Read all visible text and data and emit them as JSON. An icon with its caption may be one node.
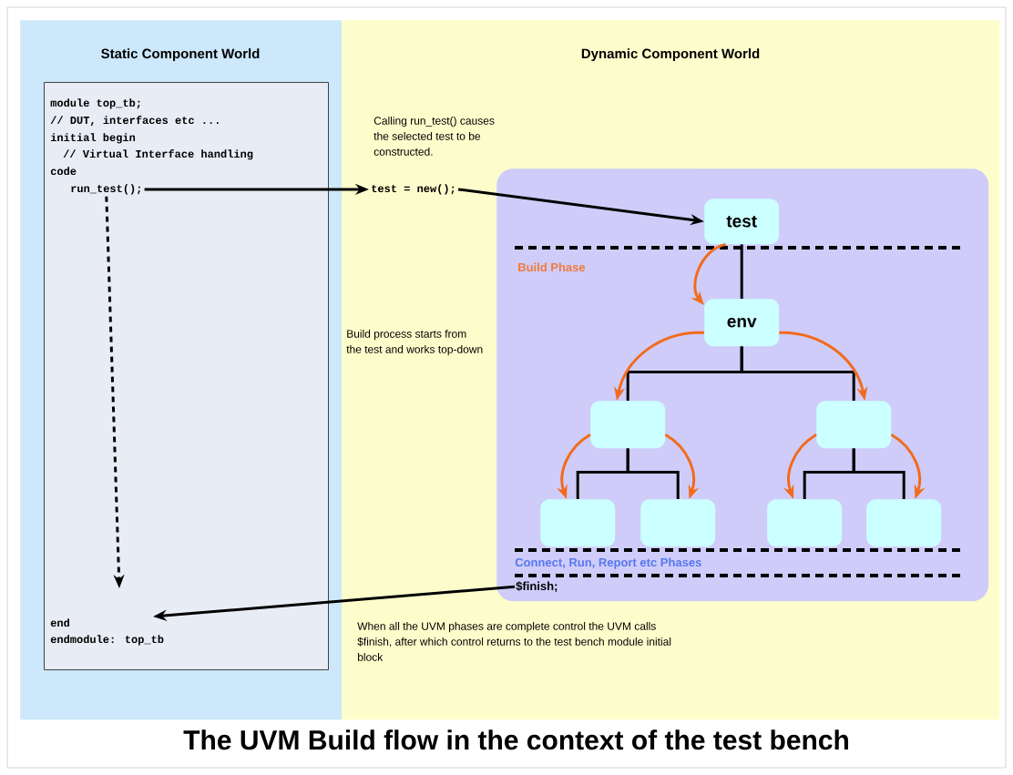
{
  "diagram": {
    "caption": "The UVM Build flow in the context of the test bench",
    "nodes": [
      {
        "text": [
          "Static Component World"
        ]
      },
      {
        "text": [
          "Dynamic Component World"
        ]
      },
      {
        "text": [
          "module top_tb;",
          "// DUT, interfaces etc ...",
          "initial begin",
          "// Virtual Interface handling code",
          "end",
          "endmodule: top_tb"
        ],
        "in": 0
      },
      {
        "text": [
          "run_test();"
        ],
        "in": 2
      },
      {
        "text": [
          "test = new();"
        ],
        "in": 1
      },
      {
        "text": [],
        "shape": "box",
        "in": 1
      },
      {
        "text": [
          "test"
        ],
        "in": 5
      },
      {
        "text": [
          "env"
        ],
        "in": 5
      },
      {
        "text": [],
        "shape": "box",
        "in": 5
      },
      {
        "text": [],
        "shape": "box",
        "in": 5
      },
      {
        "text": [],
        "shape": "box",
        "in": 5
      },
      {
        "text": [],
        "shape": "box",
        "in": 5
      },
      {
        "text": [],
        "shape": "box",
        "in": 5
      },
      {
        "text": [],
        "shape": "box",
        "in": 5
      },
      {
        "text": [
          "$finish;"
        ],
        "in": 5
      }
    ],
    "edges": [
      {
        "from": 3,
        "to": 4,
        "arrow": "to"
      },
      {
        "from": 4,
        "to": 6,
        "arrow": "to"
      },
      {
        "from": 3,
        "to": null,
        "arrow": "to",
        "style": "dashed"
      },
      {
        "from": 14,
        "to": null,
        "arrow": "to"
      },
      {
        "from": 6,
        "to": 7,
        "arrow": "none"
      },
      {
        "from": 7,
        "to": 8,
        "arrow": "none"
      },
      {
        "from": 7,
        "to": 9,
        "arrow": "none"
      },
      {
        "from": 8,
        "to": 10,
        "arrow": "none"
      },
      {
        "from": 8,
        "to": 11,
        "arrow": "none"
      },
      {
        "from": 9,
        "to": 12,
        "arrow": "none"
      },
      {
        "from": 9,
        "to": 13,
        "arrow": "none"
      },
      {
        "from": 6,
        "to": 7,
        "arrow": "to",
        "color": "#f26b1d"
      },
      {
        "from": 7,
        "to": 8,
        "arrow": "to",
        "color": "#f26b1d"
      },
      {
        "from": 7,
        "to": 9,
        "arrow": "to",
        "color": "#f26b1d"
      },
      {
        "from": 8,
        "to": 10,
        "arrow": "to",
        "color": "#f26b1d"
      },
      {
        "from": 8,
        "to": 11,
        "arrow": "to",
        "color": "#f26b1d"
      },
      {
        "from": 9,
        "to": 12,
        "arrow": "to",
        "color": "#f26b1d"
      },
      {
        "from": 9,
        "to": 13,
        "arrow": "to",
        "color": "#f26b1d"
      }
    ],
    "labels": [
      "Calling run_test() causes the selected test to be constructed.",
      "Build Phase",
      "Build process starts from the test and works top-down",
      "Connect, Run, Report etc Phases",
      "When all the UVM phases are complete control the UVM calls $finish, after which control returns to the test bench module initial block"
    ]
  }
}
